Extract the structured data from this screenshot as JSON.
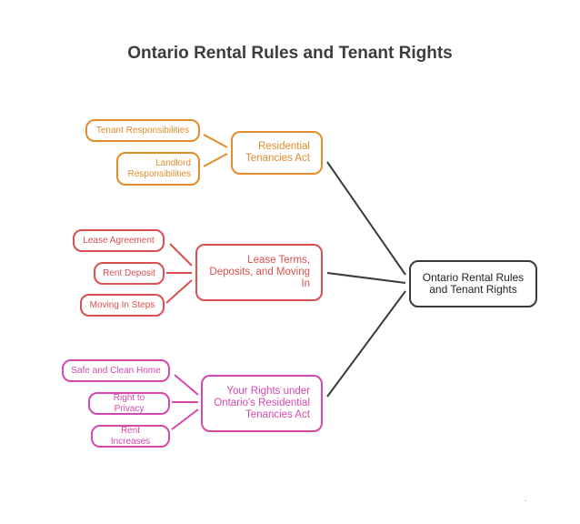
{
  "title": "Ontario Rental Rules and Tenant Rights",
  "colors": {
    "orange": "#e28c2c",
    "red": "#dc4f4f",
    "pink": "#d548ad",
    "dark": "#3a3a3a"
  },
  "center": {
    "label": "Ontario Rental Rules and Tenant Rights"
  },
  "branches": [
    {
      "label": "Residential Tenancies Act",
      "children": [
        "Tenant Responsibilities",
        "Landlord Responsibilities"
      ]
    },
    {
      "label": "Lease Terms, Deposits, and Moving In",
      "children": [
        "Lease Agreement",
        "Rent Deposit",
        "Moving In Steps"
      ]
    },
    {
      "label": "Your Rights under Ontario's Residential Tenancies Act",
      "children": [
        "Safe and Clean Home",
        "Right to Privacy",
        "Rent Increases"
      ]
    }
  ]
}
